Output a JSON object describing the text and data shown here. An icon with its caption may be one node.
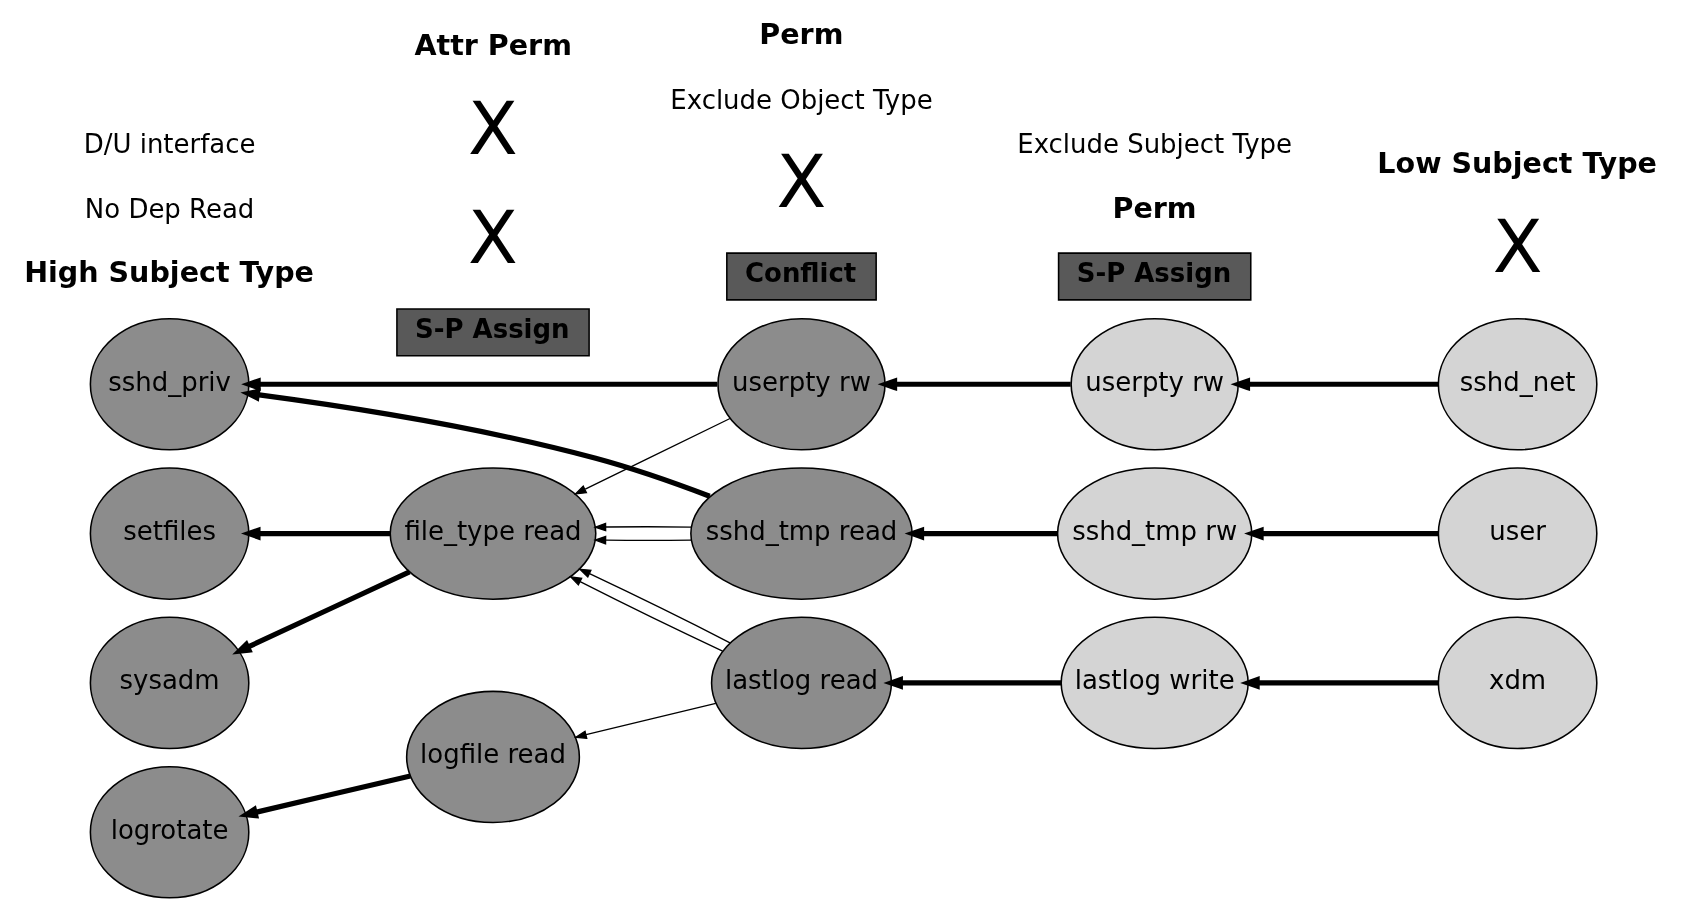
{
  "diagram": {
    "nodes": [
      {
        "text": [
          "S-P Assign"
        ]
      },
      {
        "text": [
          "Conflict"
        ]
      },
      {
        "text": [
          "S-P Assign"
        ]
      },
      {
        "text": [
          "setfiles"
        ]
      },
      {
        "text": [
          "sysadm"
        ]
      },
      {
        "text": [
          "sshd_priv"
        ]
      },
      {
        "text": [
          "logrotate"
        ]
      },
      {
        "text": [
          "file_type read"
        ]
      },
      {
        "text": [
          "logfile read"
        ]
      },
      {
        "text": [
          "userpty rw"
        ]
      },
      {
        "text": [
          "sshd_tmp read"
        ]
      },
      {
        "text": [
          "lastlog read"
        ]
      },
      {
        "text": [
          "userpty rw"
        ]
      },
      {
        "text": [
          "sshd_tmp rw"
        ]
      },
      {
        "text": [
          "lastlog write"
        ]
      },
      {
        "text": [
          "sshd_net"
        ]
      },
      {
        "text": [
          "user"
        ]
      },
      {
        "text": [
          "xdm"
        ]
      }
    ],
    "edges": [
      {
        "from": 7,
        "to": 3,
        "arrow": "to"
      },
      {
        "from": 7,
        "to": 4,
        "arrow": "to"
      },
      {
        "from": 9,
        "to": 7,
        "arrow": "to"
      },
      {
        "from": 9,
        "to": 5,
        "arrow": "to"
      },
      {
        "from": 10,
        "to": 5,
        "arrow": "to"
      },
      {
        "from": 10,
        "to": 7,
        "arrow": "to"
      },
      {
        "from": 10,
        "to": 7,
        "arrow": "to"
      },
      {
        "from": 11,
        "to": 7,
        "arrow": "to"
      },
      {
        "from": 11,
        "to": 7,
        "arrow": "to"
      },
      {
        "from": 11,
        "to": 8,
        "arrow": "to"
      },
      {
        "from": 8,
        "to": 6,
        "arrow": "to"
      },
      {
        "from": 12,
        "to": 9,
        "arrow": "to"
      },
      {
        "from": 13,
        "to": 10,
        "arrow": "to"
      },
      {
        "from": 14,
        "to": 11,
        "arrow": "to"
      },
      {
        "from": 15,
        "to": 12,
        "arrow": "to"
      },
      {
        "from": 16,
        "to": 13,
        "arrow": "to"
      },
      {
        "from": 17,
        "to": 14,
        "arrow": "to"
      }
    ],
    "labels": [
      "X",
      "X",
      "X",
      "X",
      "High Subject Type",
      "No Dep Read",
      "Attr Perm",
      "Exclude Object Type",
      "Perm",
      "Perm",
      "Exclude Subject Type",
      "Low Subject Type",
      "D/U interface"
    ]
  }
}
